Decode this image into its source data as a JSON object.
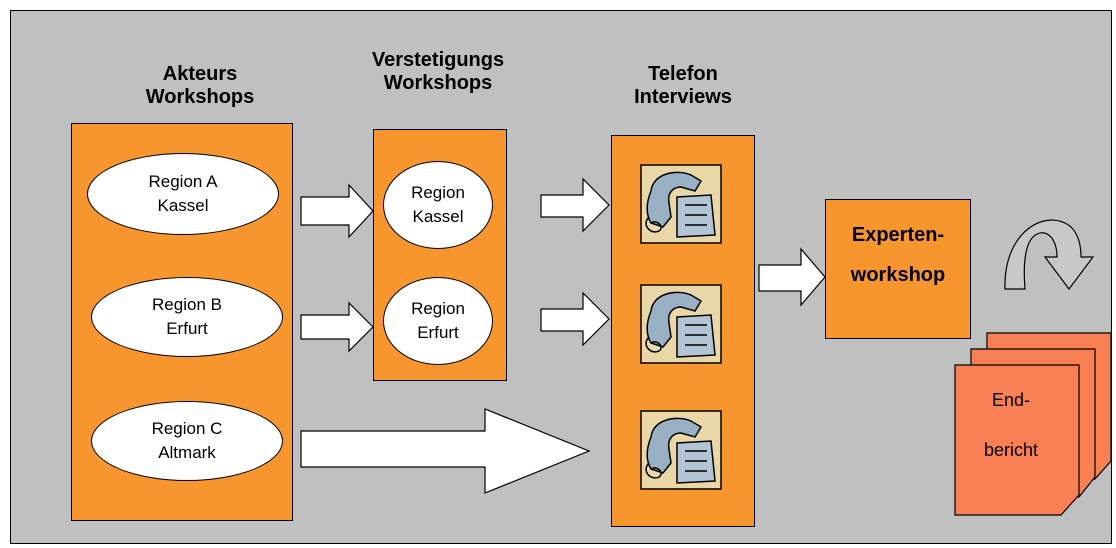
{
  "columns": {
    "akteurs": {
      "line1": "Akteurs",
      "line2": "Workshops"
    },
    "verstetigung": {
      "line1": "Verstetigungs",
      "line2": "Workshops"
    },
    "telefon": {
      "line1": "Telefon",
      "line2": "Interviews"
    }
  },
  "akteurs_regions": [
    {
      "line1": "Region A",
      "line2": "Kassel"
    },
    {
      "line1": "Region B",
      "line2": "Erfurt"
    },
    {
      "line1": "Region C",
      "line2": "Altmark"
    }
  ],
  "verstetigung_regions": [
    {
      "line1": "Region",
      "line2": "Kassel"
    },
    {
      "line1": "Region",
      "line2": "Erfurt"
    }
  ],
  "telefon_icons": [
    "telephone-icon",
    "telephone-icon",
    "telephone-icon"
  ],
  "experten": {
    "line1": "Experten-",
    "line2": "workshop"
  },
  "endbericht": {
    "line1": "End-",
    "line2": "bericht"
  },
  "colors": {
    "background": "#c0c0c0",
    "box": "#f7962f",
    "report": "#f97f55",
    "ellipse": "#ffffff"
  }
}
